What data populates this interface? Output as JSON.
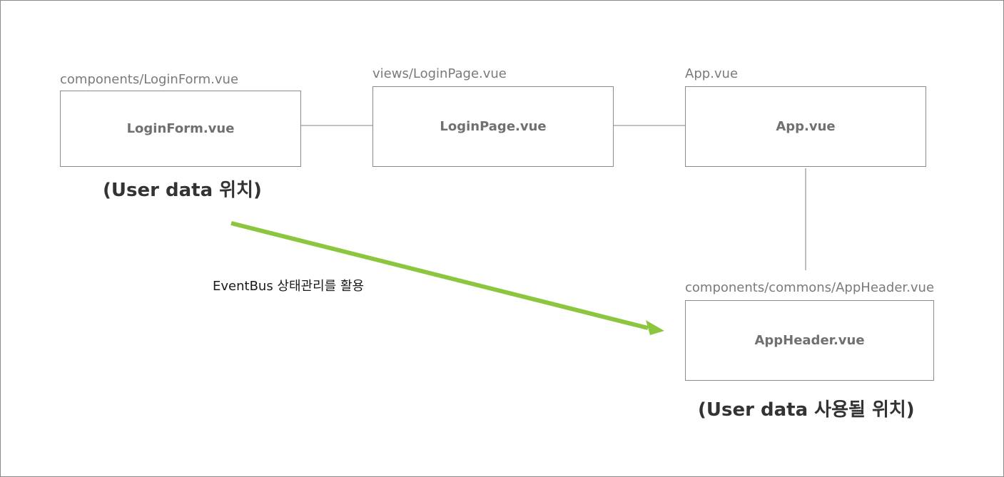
{
  "nodes": {
    "login_form": {
      "path": "components/LoginForm.vue",
      "title": "LoginForm.vue"
    },
    "login_page": {
      "path": "views/LoginPage.vue",
      "title": "LoginPage.vue"
    },
    "app": {
      "path": "App.vue",
      "title": "App.vue"
    },
    "app_header": {
      "path": "components/commons/AppHeader.vue",
      "title": "AppHeader.vue"
    }
  },
  "notes": {
    "source": "(User data 위치)",
    "target": "(User data 사용될 위치)"
  },
  "arrow": {
    "label": "EventBus 상태관리를 활용",
    "color": "#8cc63f"
  },
  "colors": {
    "border": "#8a8a8a",
    "connector": "#9a9a9a"
  }
}
